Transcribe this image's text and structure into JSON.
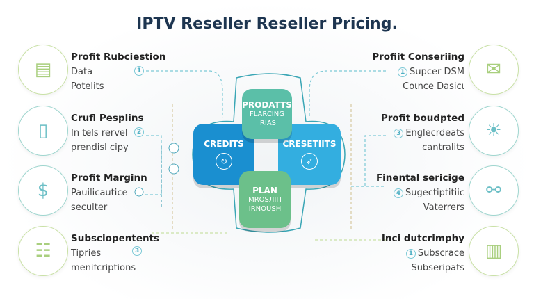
{
  "title": "IPTV Reseller Reseller Pricing.",
  "left": [
    {
      "title": "Profit Rubciestion",
      "lines": [
        "Data",
        "Potelits"
      ],
      "badge": "1",
      "icon": "dashboard-icon"
    },
    {
      "title": "Crufl Pesplins",
      "lines": [
        "In tels rervel",
        "prendisl cipy"
      ],
      "badge": "2",
      "icon": "document-icon"
    },
    {
      "title": "Profit Marginn",
      "lines": [
        "Pauilicautice",
        "seculter"
      ],
      "badge": "",
      "icon": "money-hand-icon"
    },
    {
      "title": "Subsciopentents",
      "lines": [
        "Tipries",
        "menifcriptions"
      ],
      "badge": "3",
      "icon": "subscription-box-icon"
    }
  ],
  "right": [
    {
      "title": "Profiit Conseriing",
      "lines": [
        "Supcer DSM",
        "Coιnce Dasicι"
      ],
      "badge": "1",
      "icon": "envelope-chart-icon"
    },
    {
      "title": "Profit boudpted",
      "lines": [
        "Englecrdeats",
        "cantralits"
      ],
      "badge": "3",
      "icon": "lightbulb-icon"
    },
    {
      "title": "Finental sericige",
      "lines": [
        "Sugectiptitiic",
        "Vaterrers"
      ],
      "badge": "4",
      "icon": "network-icon"
    },
    {
      "title": "Inci dutcrimphy",
      "lines": [
        "Subscrace",
        "Subseripats"
      ],
      "badge": "1",
      "icon": "bar-chart-icon"
    }
  ],
  "center": {
    "top": {
      "title": "PRODATTS",
      "lines": [
        "FLARCING",
        "IRIAS"
      ],
      "color": "#5bbfa8"
    },
    "left": {
      "title": "CREDITS",
      "color": "#1a8fd0",
      "icon": "speed-icon"
    },
    "right": {
      "title": "CRESETIITS",
      "color": "#33aee0",
      "icon": "rocket-icon"
    },
    "bottom": {
      "title": "PLAN",
      "lines": [
        "MROSЛIΠ",
        "IRNOUSH"
      ],
      "color": "#6cc08a"
    }
  }
}
